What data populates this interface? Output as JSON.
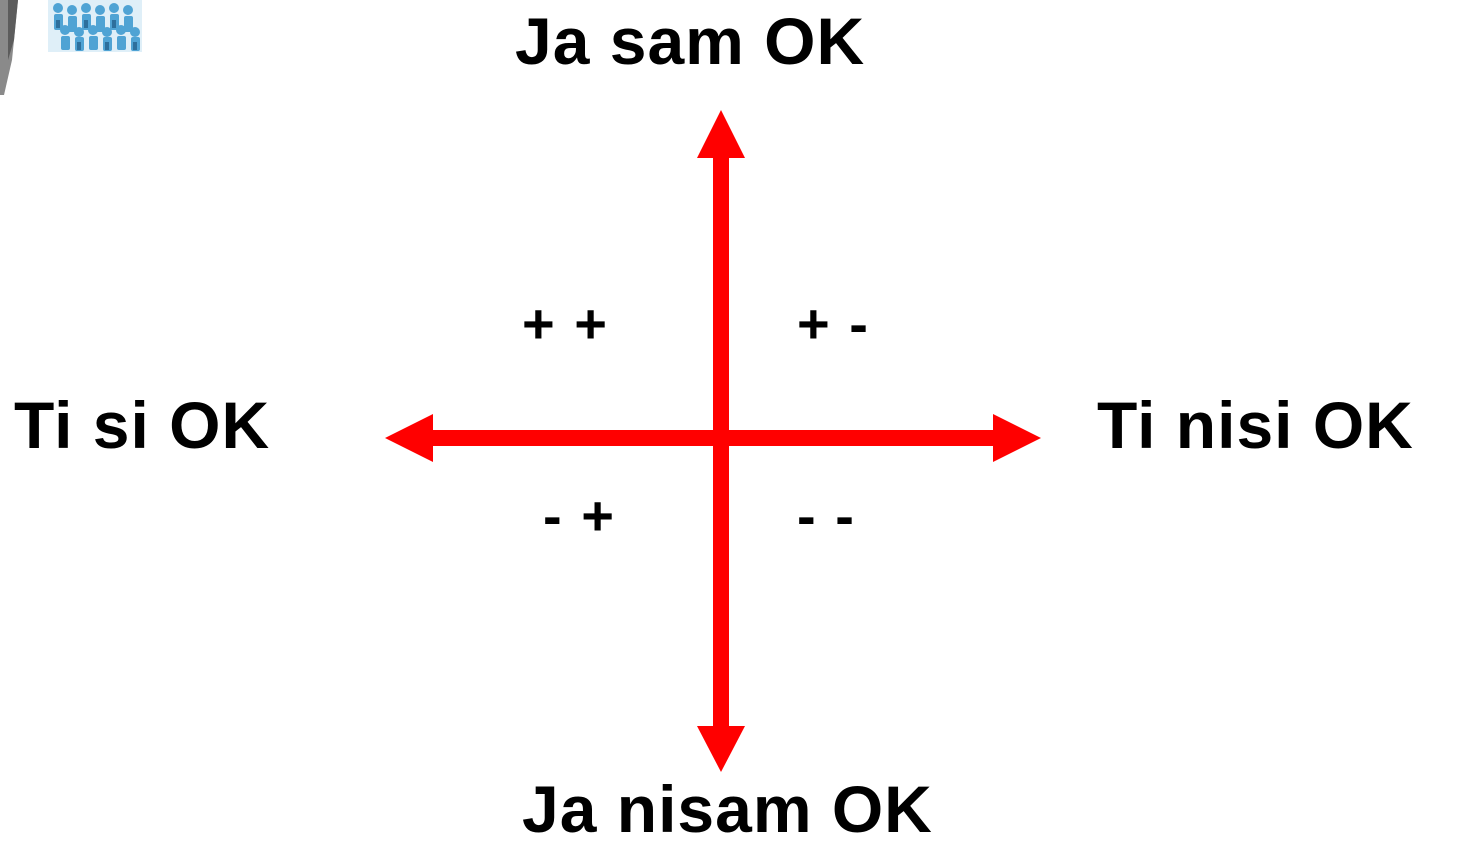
{
  "axes": {
    "top": "Ja sam OK",
    "bottom": "Ja nisam OK",
    "left": "Ti si OK",
    "right": "Ti nisi OK",
    "color": "#ff0000"
  },
  "quadrants": {
    "top_left": "+ +",
    "top_right": "+ -",
    "bottom_left": "- +",
    "bottom_right": "- -"
  },
  "decoration": {
    "icon": "people-network-clipart-icon"
  }
}
